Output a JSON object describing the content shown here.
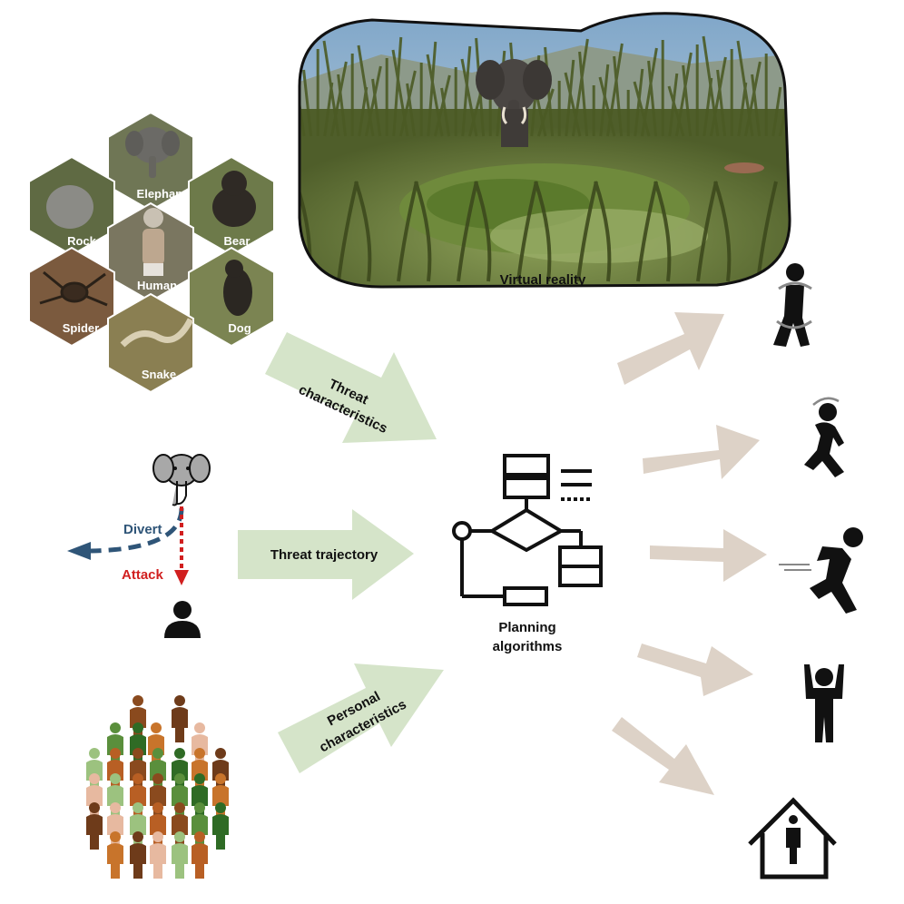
{
  "figure": {
    "vr_label": "Virtual reality",
    "threat_types": [
      "Elephant",
      "Rock",
      "Bear",
      "Human",
      "Spider",
      "Dog",
      "Snake"
    ],
    "arrows": {
      "threat_characteristics": [
        "Threat",
        "characteristics"
      ],
      "threat_trajectory": "Threat trajectory",
      "personal_characteristics": [
        "Personal",
        "characteristics"
      ]
    },
    "trajectory": {
      "divert": "Divert",
      "attack": "Attack"
    },
    "planning": [
      "Planning",
      "algorithms"
    ]
  },
  "colors": {
    "input_arrow": "#d5e4c9",
    "output_arrow": "#ddd2c7",
    "divert": "#2f5578",
    "attack": "#d11f1f",
    "elephant": "#a8a8a8",
    "icon": "#111111"
  },
  "icons": [
    "elephant-icon",
    "person-icon",
    "crowd-icon",
    "flowchart-icon",
    "turn-around-icon",
    "look-back-icon",
    "run-icon",
    "arms-raised-icon",
    "shelter-icon"
  ]
}
